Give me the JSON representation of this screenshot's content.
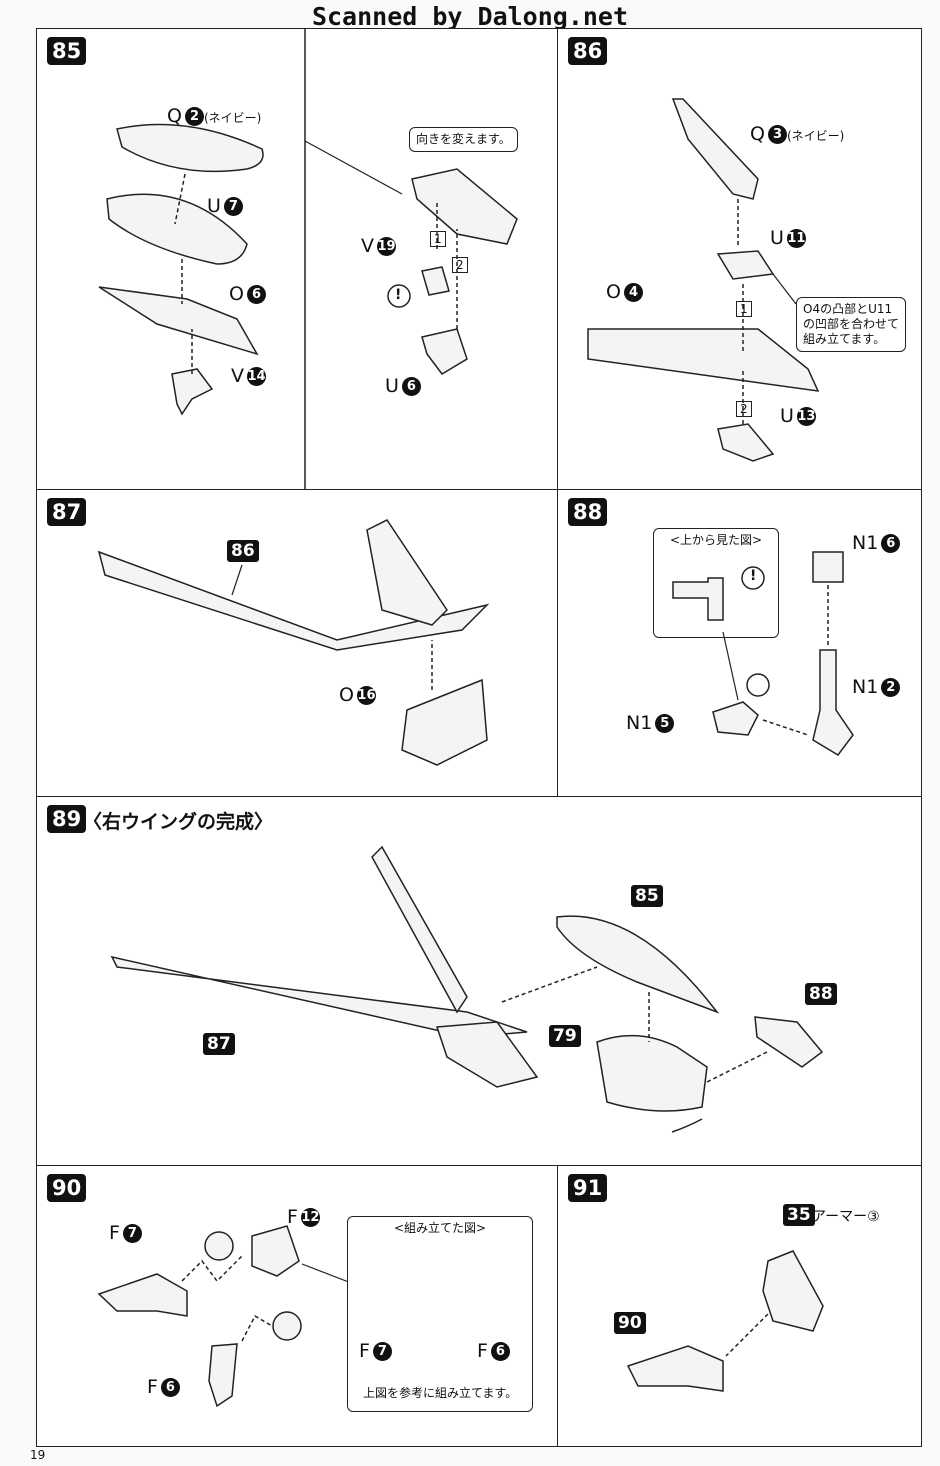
{
  "scanner_text": "Scanned by Dalong.net",
  "page_number": "19",
  "steps": {
    "s85": {
      "num": "85",
      "q": "Q",
      "q_n": "2",
      "q_note": "(ネイビー)",
      "u": "U",
      "u_n": "7",
      "o": "O",
      "o_n": "6",
      "v": "V",
      "v_n": "14",
      "callout": "向きを変えます。",
      "v2": "V",
      "v2_n": "19",
      "u2": "U",
      "u2_n": "6",
      "a1": "1",
      "a2": "2",
      "warn": "!"
    },
    "s86": {
      "num": "86",
      "q": "Q",
      "q_n": "3",
      "q_note": "(ネイビー)",
      "u": "U",
      "u_n": "11",
      "o": "O",
      "o_n": "4",
      "u2": "U",
      "u2_n": "13",
      "note_l1": "O4の凸部とU11",
      "note_l2": "の凹部を合わせて",
      "note_l3": "組み立てます。",
      "a1": "1",
      "a2": "2"
    },
    "s87": {
      "num": "87",
      "ref": "86",
      "o": "O",
      "o_n": "16"
    },
    "s88": {
      "num": "88",
      "top_view": "<上から見た図>",
      "n_a": "N1",
      "n_a_n": "6",
      "n_b": "N1",
      "n_b_n": "2",
      "n_c": "N1",
      "n_c_n": "5",
      "warn": "!"
    },
    "s89": {
      "num": "89",
      "title": "〈右ウイングの完成〉",
      "r85": "85",
      "r87": "87",
      "r88": "88",
      "r79": "79"
    },
    "s90": {
      "num": "90",
      "f7": "F",
      "f7_n": "7",
      "f12": "F",
      "f12_n": "12",
      "f6": "F",
      "f6_n": "6",
      "assembled": "<組み立てた図>",
      "b_f7": "F",
      "b_f7_n": "7",
      "b_f6": "F",
      "b_f6_n": "6",
      "caption": "上図を参考に組み立てます。"
    },
    "s91": {
      "num": "91",
      "r35": "35",
      "armor": "アーマー③",
      "r90": "90"
    }
  }
}
